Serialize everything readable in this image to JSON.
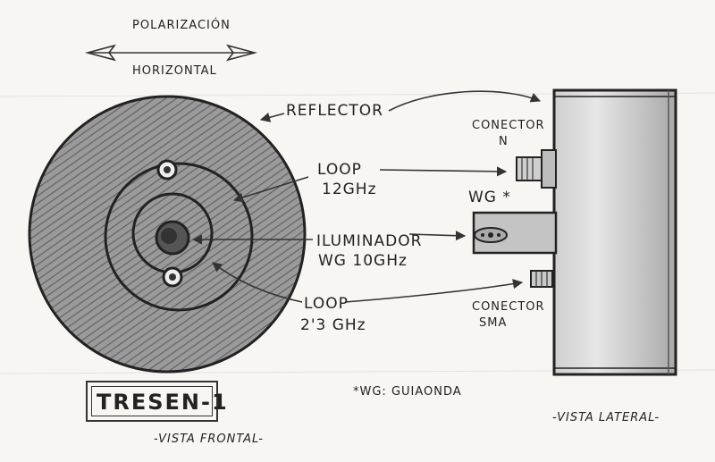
{
  "labels": {
    "polarization_top": "POLARIZACIÓN",
    "polarization_bottom": "HORIZONTAL",
    "reflector": "REFLECTOR",
    "loop12_line1": "LOOP",
    "loop12_line2": "12GHz",
    "illuminator_line1": "ILUMINADOR",
    "illuminator_line2": "WG 10GHz",
    "loop23_line1": "LOOP",
    "loop23_line2": "2'3 GHz",
    "connector_n_line1": "CONECTOR",
    "connector_n_line2": "N",
    "wg_marker": "WG *",
    "connector_sma_line1": "CONECTOR",
    "connector_sma_line2": "SMA",
    "footnote": "*WG: GUIAONDA",
    "title": "TRESEN-1",
    "front_view": "-VISTA FRONTAL-",
    "side_view": "-VISTA LATERAL-"
  },
  "colors": {
    "ink": "#2a2a2a",
    "paper": "#f7f6f3",
    "shade": "#8c8c8c"
  }
}
